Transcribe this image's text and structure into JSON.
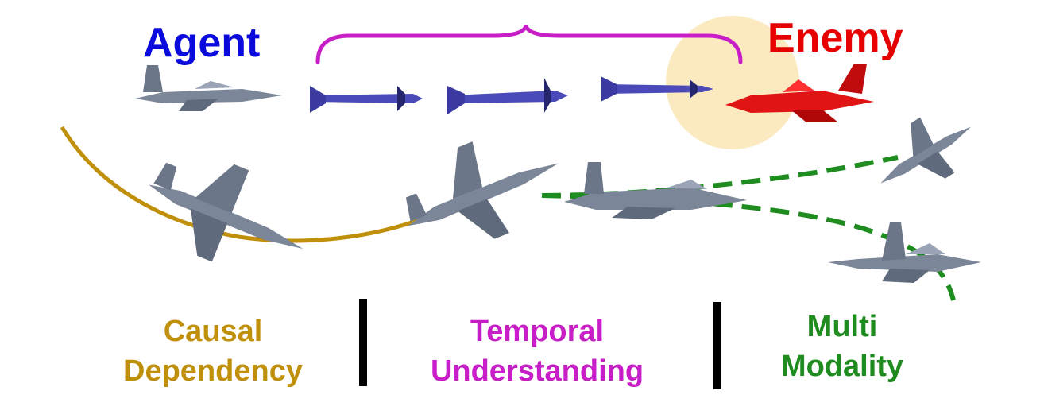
{
  "labels": {
    "agent": "Agent",
    "enemy": "Enemy"
  },
  "captions": {
    "causal": {
      "line1": "Causal",
      "line2": "Dependency"
    },
    "temporal": {
      "line1": "Temporal",
      "line2": "Understanding"
    },
    "multi": {
      "line1": "Multi",
      "line2": "Modality"
    }
  },
  "colors": {
    "agent": "#0a0adc",
    "enemy": "#e60000",
    "causal": "#c0900a",
    "temporal": "#c81ec8",
    "multi": "#1e8c1e",
    "jet_body": "#7b8698",
    "missile": "#4a4ab8",
    "enemy_jet": "#e01414",
    "highlight": "#fbe9c0",
    "divider": "#000000"
  },
  "icons": [
    "fighter-jet-icon",
    "missile-icon",
    "enemy-jet-icon"
  ]
}
